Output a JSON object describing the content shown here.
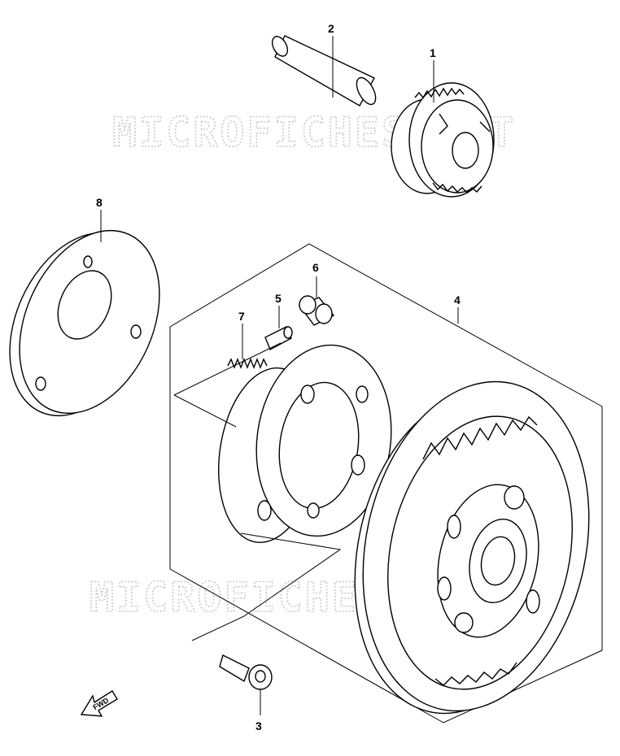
{
  "watermark": "MICROFICHES.NET",
  "fwd_label": "FWD",
  "callouts": {
    "p1": "1",
    "p2": "2",
    "p3": "3",
    "p4": "4",
    "p5": "5",
    "p6": "6",
    "p7": "7",
    "p8": "8"
  },
  "icons": {
    "fwd_arrow": "fwd-arrow-icon"
  }
}
